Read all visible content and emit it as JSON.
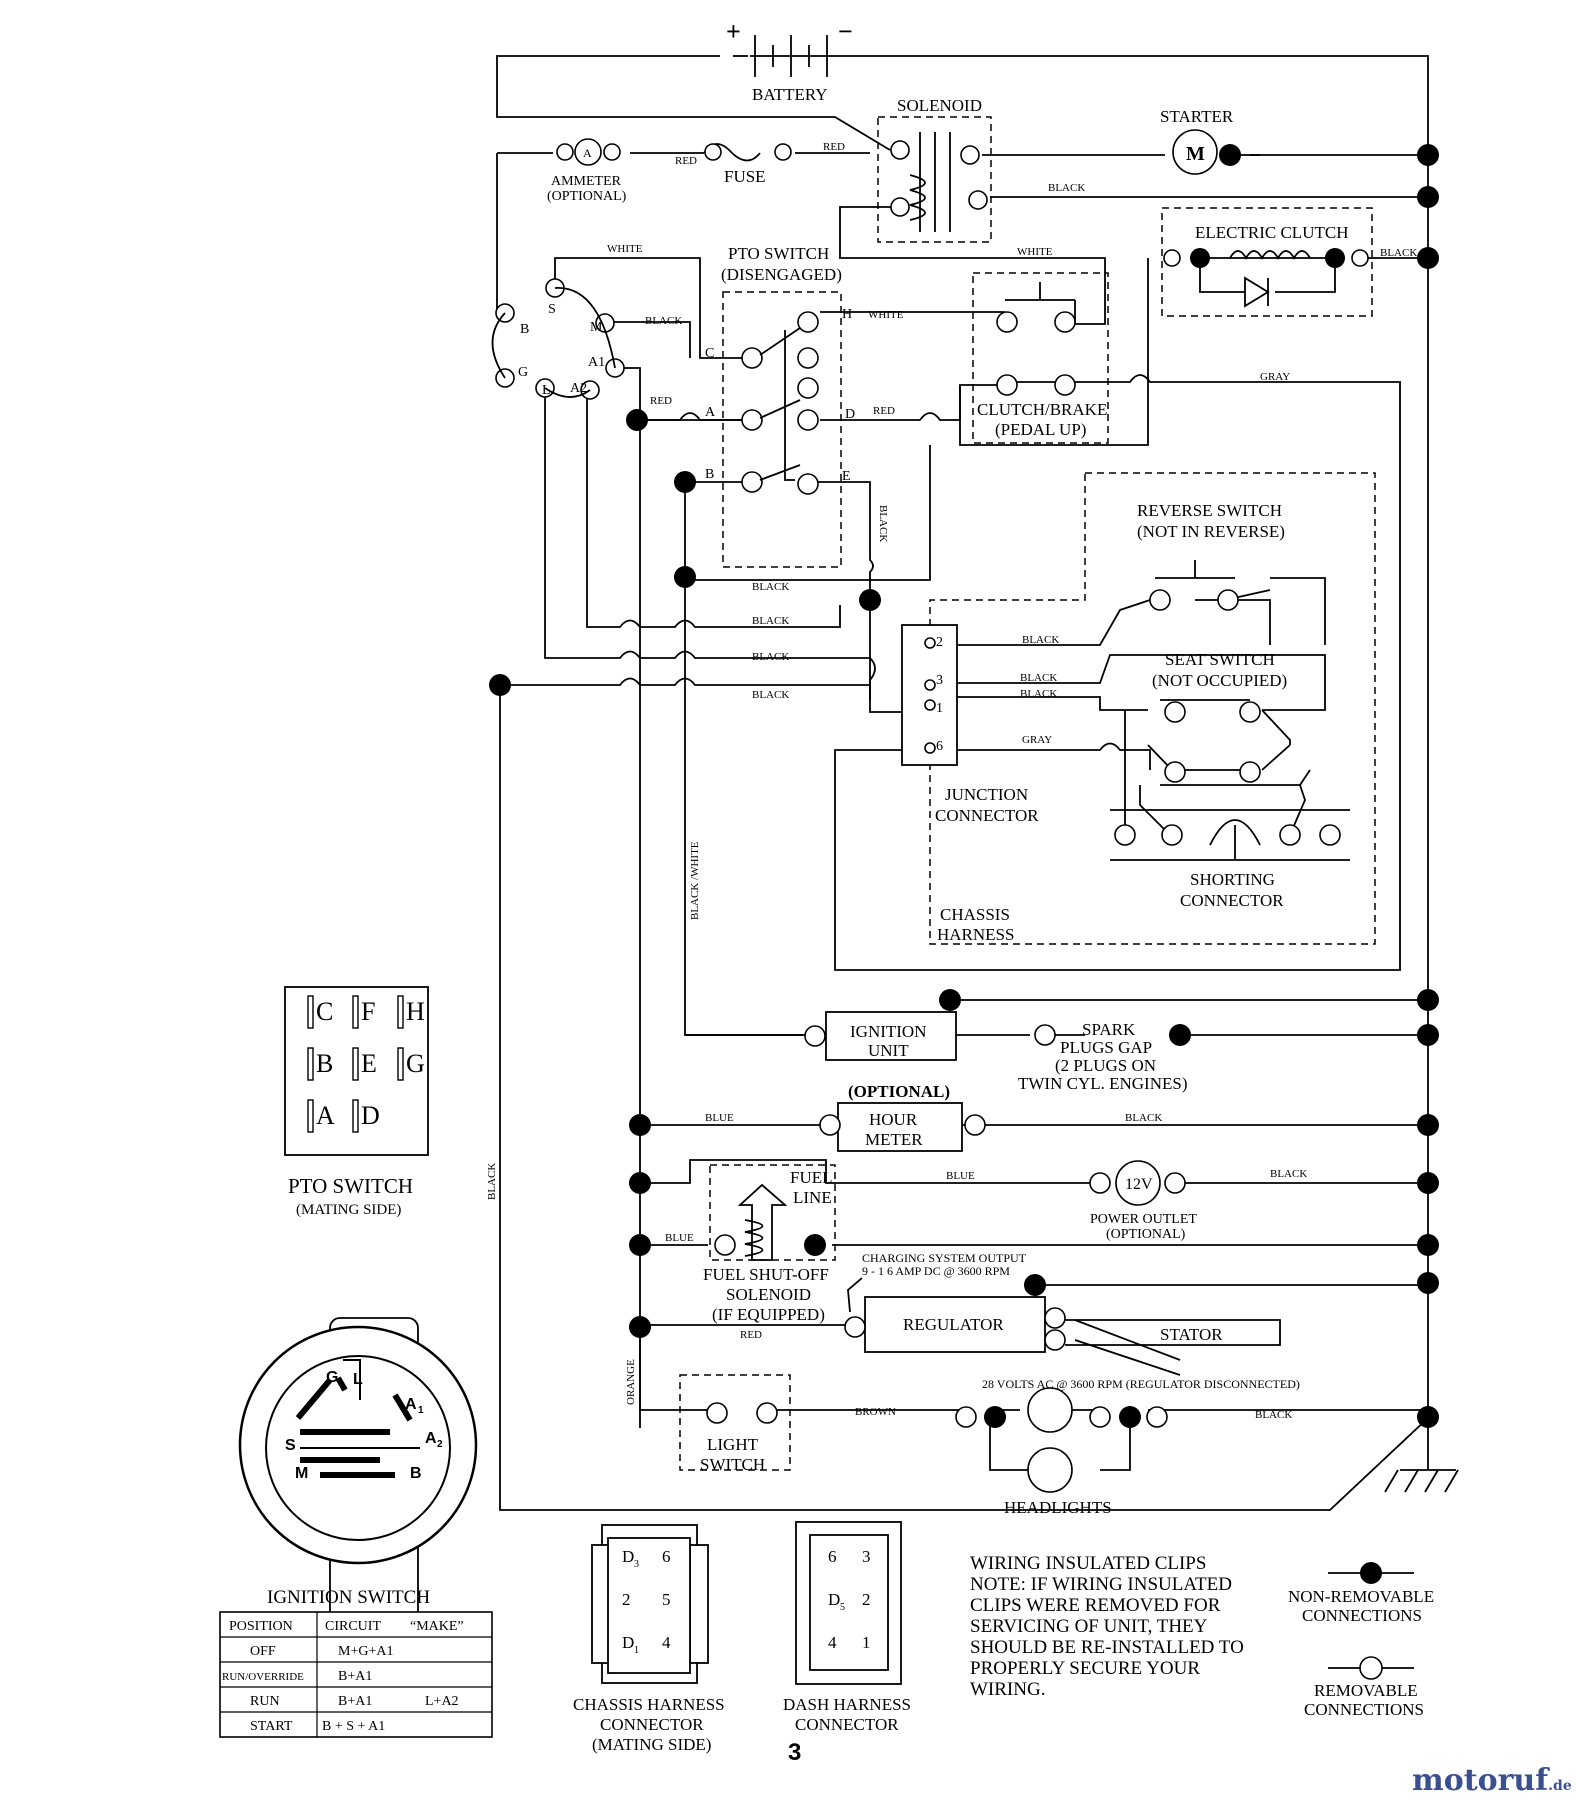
{
  "battery": {
    "label": "BATTERY",
    "plus": "+",
    "minus": "−"
  },
  "solenoid": "SOLENOID",
  "starter": {
    "label": "STARTER",
    "symbol": "M"
  },
  "ammeter": {
    "label": "AMMETER",
    "sub": "(OPTIONAL)",
    "symbol": "A"
  },
  "fuse": "FUSE",
  "electric_clutch": "ELECTRIC CLUTCH",
  "pto_switch": {
    "label": "PTO SWITCH",
    "sub": "(DISENGAGED)"
  },
  "clutch_brake": {
    "label": "CLUTCH/BRAKE",
    "sub": "(PEDAL UP)"
  },
  "reverse_switch": {
    "label": "REVERSE SWITCH",
    "sub": "(NOT IN REVERSE)"
  },
  "seat_switch": {
    "label": "SEAT SWITCH",
    "sub": "(NOT OCCUPIED)"
  },
  "junction": {
    "l1": "JUNCTION",
    "l2": "CONNECTOR"
  },
  "shorting": {
    "l1": "SHORTING",
    "l2": "CONNECTOR"
  },
  "chassis": {
    "l1": "CHASSIS",
    "l2": "HARNESS"
  },
  "ignition_unit": {
    "l1": "IGNITION",
    "l2": "UNIT"
  },
  "spark": {
    "l1": "SPARK",
    "l2": "PLUGS GAP",
    "l3": "(2 PLUGS ON",
    "l4": "TWIN CYL. ENGINES)"
  },
  "hour_meter": {
    "opt": "(OPTIONAL)",
    "l1": "HOUR",
    "l2": "METER"
  },
  "fuel_line": {
    "l1": "FUEL",
    "l2": "LINE"
  },
  "power_outlet": {
    "symbol": "12V",
    "l1": "POWER OUTLET",
    "l2": "(OPTIONAL)"
  },
  "fuel_solenoid": {
    "l1": "FUEL SHUT-OFF",
    "l2": "SOLENOID",
    "l3": "(IF EQUIPPED)"
  },
  "charging": {
    "l1": "CHARGING SYSTEM OUTPUT",
    "l2": "9 - 1 6 AMP DC @ 3600 RPM"
  },
  "regulator": "REGULATOR",
  "stator": "STATOR",
  "ac_volts": "28 VOLTS AC @ 3600 RPM (REGULATOR DISCONNECTED)",
  "light_switch": {
    "l1": "LIGHT",
    "l2": "SWITCH"
  },
  "headlights": "HEADLIGHTS",
  "wire_colors": {
    "red": "RED",
    "black": "BLACK",
    "white": "WHITE",
    "gray": "GRAY",
    "blue": "BLUE",
    "brown": "BROWN",
    "orange": "ORANGE",
    "black_white": "BLACK /WHITE"
  },
  "ign_terminals": {
    "s": "S",
    "b": "B",
    "m": "M",
    "a1": "A1",
    "g": "G",
    "l": "L",
    "a2": "A2"
  },
  "pto_terminals": {
    "c": "C",
    "h": "H",
    "a": "A",
    "d": "D",
    "b": "B",
    "e": "E"
  },
  "junction_pins": {
    "p2": "2",
    "p3": "3",
    "p1": "1",
    "p6": "6"
  },
  "pto_mating": {
    "grid": [
      "C",
      "F",
      "H",
      "B",
      "E",
      "G",
      "A",
      "D"
    ],
    "title": "PTO SWITCH",
    "sub": "(MATING SIDE)"
  },
  "ignition_face": {
    "g": "G",
    "l": "L",
    "a1": "A",
    "a1_sub": "1",
    "s": "S",
    "a2": "A",
    "a2_sub": "2",
    "m": "M",
    "b": "B"
  },
  "ignition_table": {
    "title": "IGNITION SWITCH",
    "headers": [
      "POSITION",
      "CIRCUIT",
      "“MAKE”"
    ],
    "rows": [
      [
        "OFF",
        "M+G+A1",
        ""
      ],
      [
        "RUN/OVERRIDE",
        "B+A1",
        ""
      ],
      [
        "RUN",
        "B+A1",
        "L+A2"
      ],
      [
        "START",
        "B + S + A1",
        ""
      ]
    ]
  },
  "chassis_conn": {
    "pins": [
      "D",
      "6",
      "2",
      "5",
      "D",
      "4"
    ],
    "subs": [
      "3",
      "",
      "",
      "",
      "1",
      ""
    ],
    "l1": "CHASSIS HARNESS",
    "l2": "CONNECTOR",
    "l3": "(MATING SIDE)"
  },
  "dash_conn": {
    "pins": [
      "6",
      "3",
      "D",
      "2",
      "4",
      "1"
    ],
    "subs": [
      "",
      "",
      "5",
      "",
      "",
      ""
    ],
    "l1": "DASH HARNESS",
    "l2": "CONNECTOR"
  },
  "notes": {
    "l1": "WIRING INSULATED CLIPS",
    "l2": "NOTE:  IF WIRING INSULATED",
    "l3": "CLIPS WERE REMOVED FOR",
    "l4": "SERVICING OF UNIT, THEY",
    "l5": "SHOULD BE RE-INSTALLED TO",
    "l6": "PROPERLY SECURE YOUR",
    "l7": "WIRING."
  },
  "legend": {
    "nr1": "NON-REMOVABLE",
    "nr2": "CONNECTIONS",
    "r1": "REMOVABLE",
    "r2": "CONNECTIONS"
  },
  "page_number": "3",
  "watermark": {
    "text": "motoruf",
    "suffix": ".de",
    "color": "#3a4f8f"
  }
}
